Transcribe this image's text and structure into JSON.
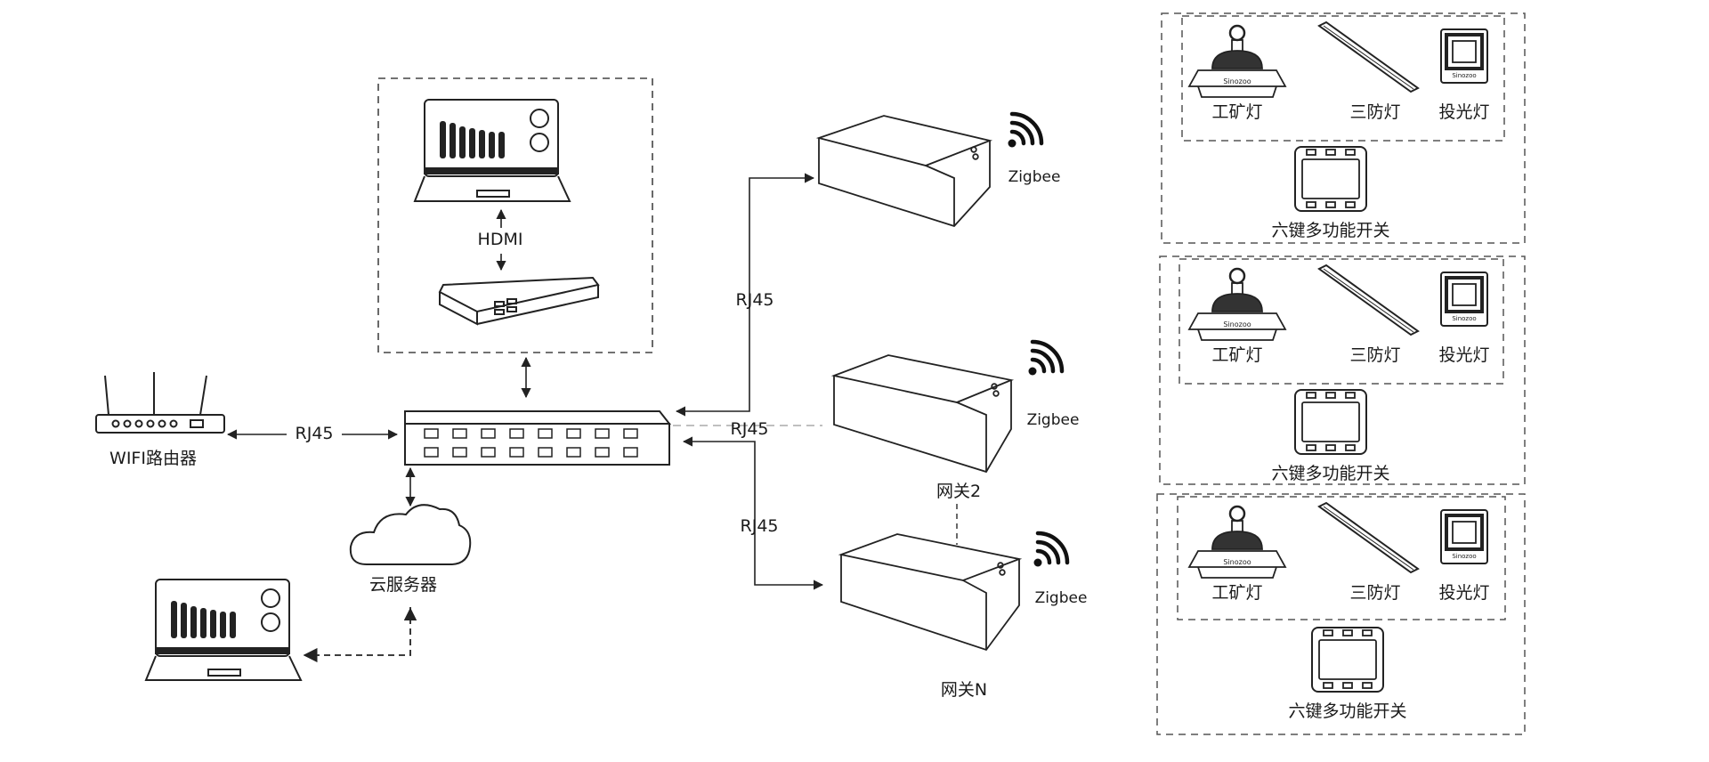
{
  "labels": {
    "wifi_router": "WIFI路由器",
    "rj45_router": "RJ45",
    "hdmi": "HDMI",
    "cloud_server": "云服务器",
    "rj45_top": "RJ45",
    "rj45_middle": "RJ45",
    "rj45_bottom": "RJ45",
    "zigbee_1": "Zigbee",
    "zigbee_2": "Zigbee",
    "zigbee_n": "Zigbee",
    "gateway_2": "网关2",
    "gateway_n": "网关N"
  },
  "device_panels": [
    {
      "lamps": [
        "工矿灯",
        "三防灯",
        "投光灯"
      ],
      "switch": "六键多功能开关",
      "brand": "Sinozoo"
    },
    {
      "lamps": [
        "工矿灯",
        "三防灯",
        "投光灯"
      ],
      "switch": "六键多功能开关",
      "brand": "Sinozoo"
    },
    {
      "lamps": [
        "工矿灯",
        "三防灯",
        "投光灯"
      ],
      "switch": "六键多功能开关",
      "brand": "Sinozoo"
    }
  ],
  "colors": {
    "stroke": "#222222",
    "dash_gray": "#9a9a9a",
    "text": "#1a1a1a"
  }
}
